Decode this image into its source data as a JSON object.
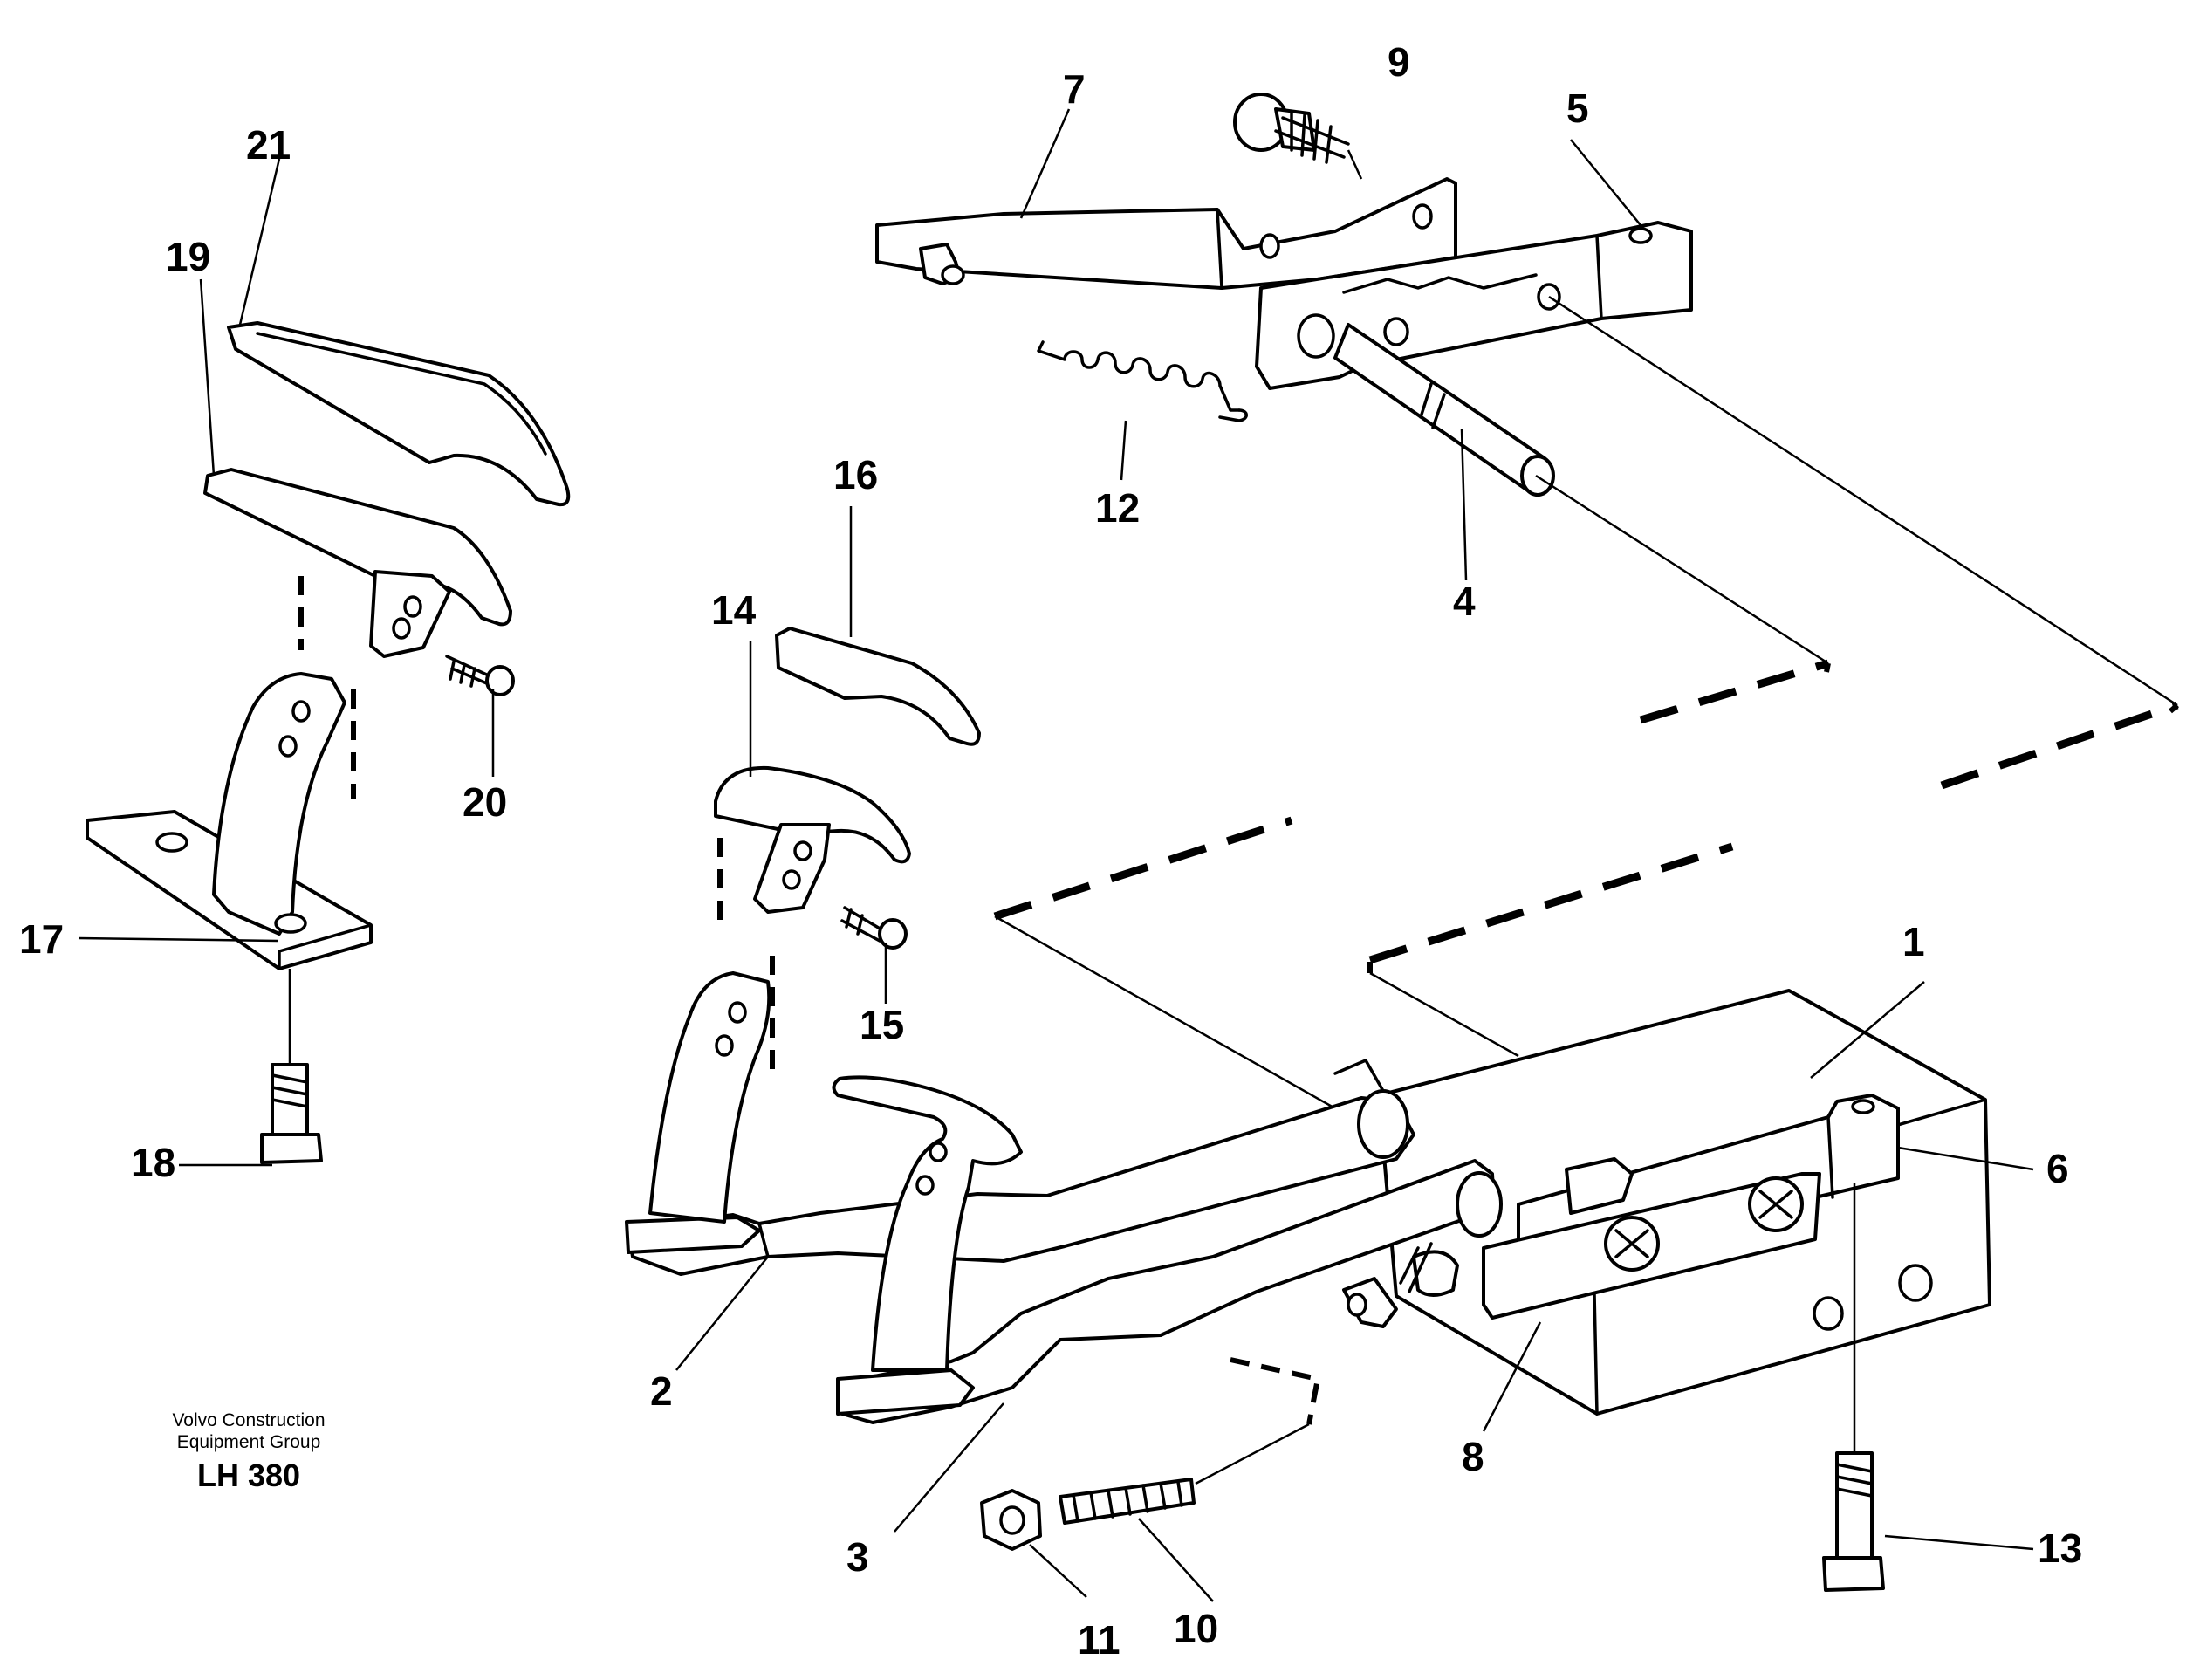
{
  "publisher": {
    "line1": "Volvo Construction",
    "line2": "Equipment Group"
  },
  "drawing_code": "LH 380",
  "callouts": [
    "1",
    "2",
    "3",
    "4",
    "5",
    "6",
    "7",
    "8",
    "9",
    "10",
    "11",
    "12",
    "13",
    "14",
    "15",
    "16",
    "17",
    "18",
    "19",
    "20",
    "21"
  ],
  "colors": {
    "ink": "#000000",
    "paper": "#ffffff"
  }
}
